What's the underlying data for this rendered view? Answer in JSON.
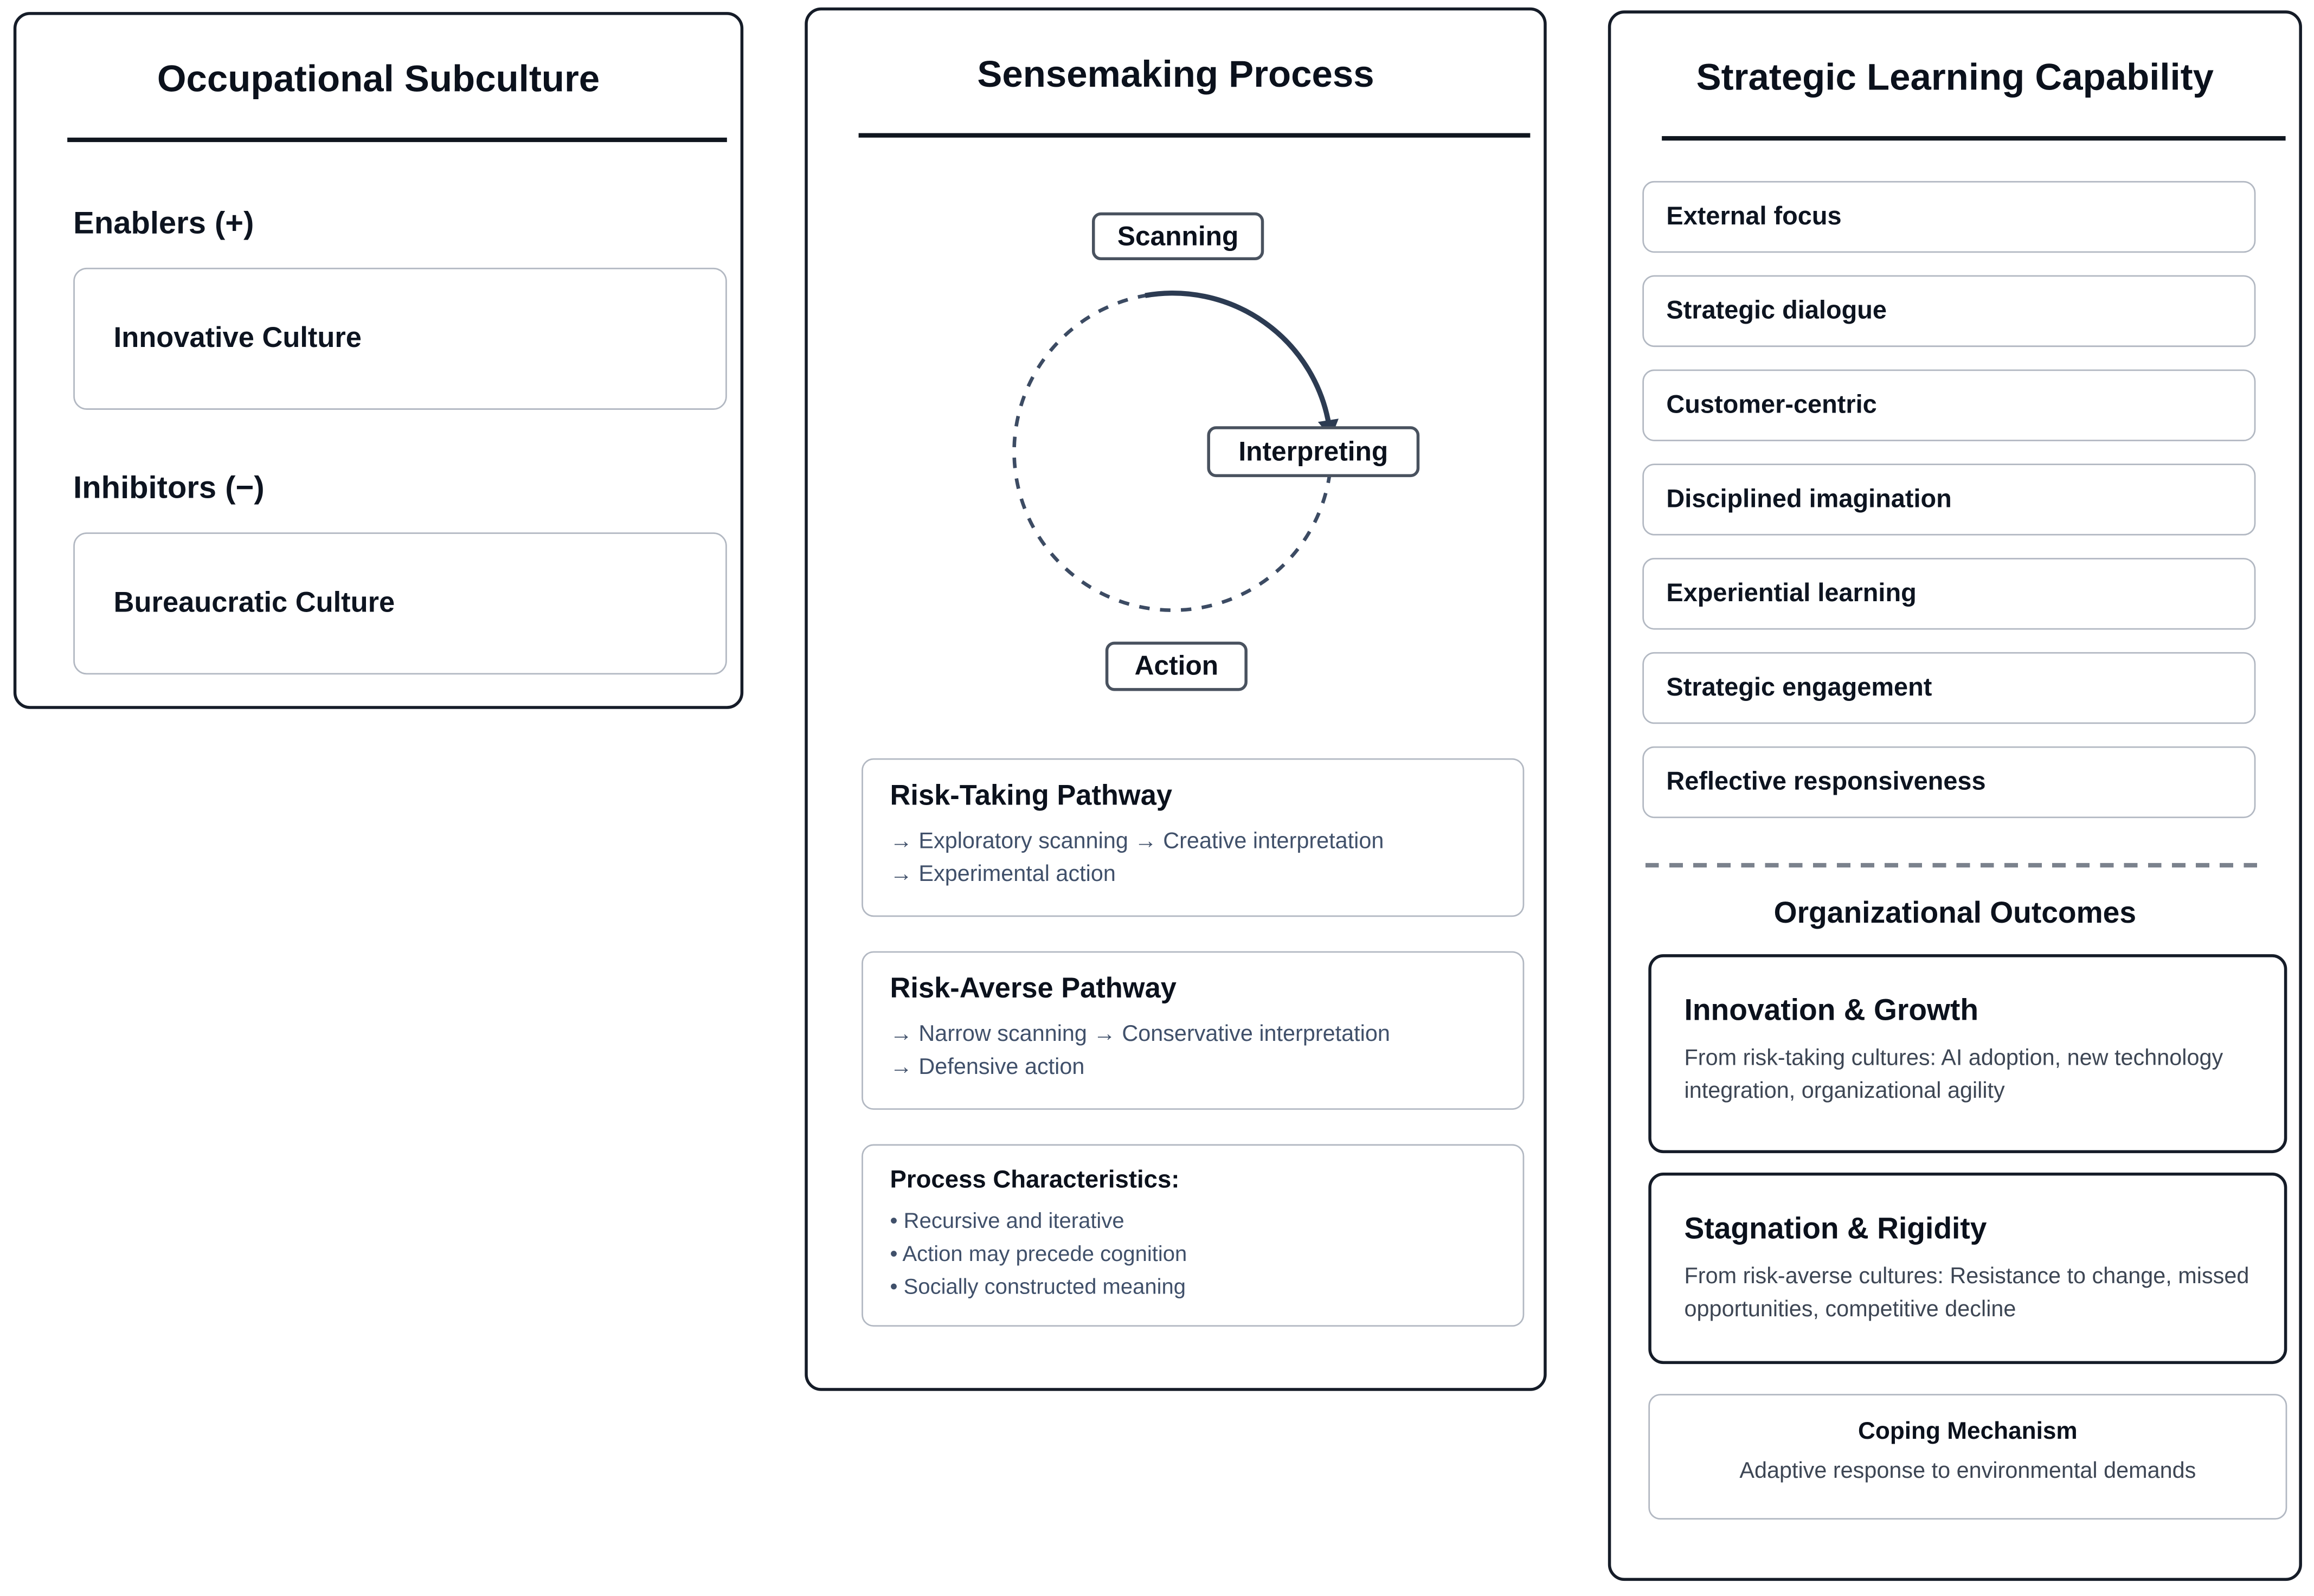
{
  "panels": {
    "left": {
      "title": "Occupational Subculture",
      "enablers_heading": "Enablers (+)",
      "enabler_box": "Innovative Culture",
      "inhibitors_heading": "Inhibitors (−)",
      "inhibitor_box": "Bureaucratic Culture"
    },
    "middle": {
      "title": "Sensemaking Process",
      "nodes": {
        "scanning": "Scanning",
        "interpreting": "Interpreting",
        "action": "Action"
      },
      "risk_taking": {
        "heading": "Risk-Taking Pathway",
        "line1": "→ Exploratory scanning → Creative interpretation",
        "line2": "→ Experimental action"
      },
      "risk_averse": {
        "heading": "Risk-Averse Pathway",
        "line1": "→ Narrow scanning → Conservative interpretation",
        "line2": "→ Defensive action"
      },
      "process_characteristics": {
        "heading": "Process Characteristics:",
        "items": [
          "Recursive and iterative",
          "Action may precede cognition",
          "Socially constructed meaning"
        ]
      }
    },
    "right": {
      "title": "Strategic Learning Capability",
      "capabilities": [
        "External focus",
        "Strategic dialogue",
        "Customer-centric",
        "Disciplined imagination",
        "Experiential learning",
        "Strategic engagement",
        "Reflective responsiveness"
      ],
      "outcomes_heading": "Organizational Outcomes",
      "outcomes": [
        {
          "heading": "Innovation & Growth",
          "body": "From risk-taking cultures: AI adoption, new technology integration, organizational agility"
        },
        {
          "heading": "Stagnation & Rigidity",
          "body": "From risk-averse cultures: Resistance to change, missed opportunities, competitive decline"
        },
        {
          "heading": "Coping Mechanism",
          "body": "Adaptive response to environmental demands"
        }
      ]
    }
  },
  "colors": {
    "ink": "#0d1420",
    "body_text": "#40506a",
    "panel_border": "#151c28",
    "light_border": "#b2b8c2",
    "node_border": "#49525f",
    "cycle_stroke": "#3c4b63",
    "arrow_stroke": "#2c3b52",
    "divider": "#7b828d"
  }
}
